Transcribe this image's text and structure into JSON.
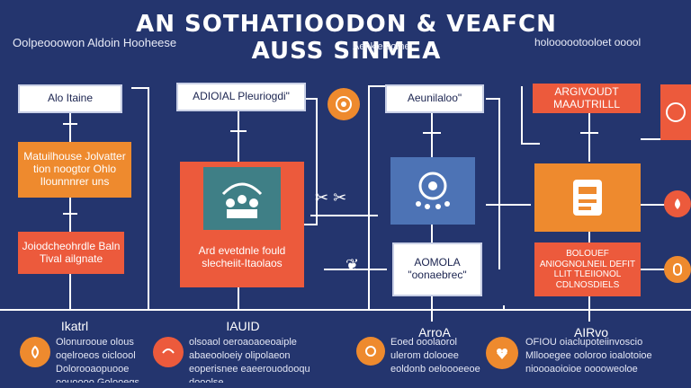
{
  "header": {
    "title": "AN SOTHATIOODON & VEAFCN AUSS SINMEA",
    "subtitle_left": "Oolpeooowon Aldoin Hooheese",
    "subtitle_center": "Aenkieiaome",
    "subtitle_right": "holoooootooloet ooool"
  },
  "columns": [
    {
      "top_box": "Alo Itaine",
      "middle_box": "Matuilhouse Jolvatter tion noogtor Ohlo Ilounnnrer uns",
      "bottom_box": "Joiodcheohrdle Baln Tival ailgnate",
      "label": "Ikatrl",
      "footer_text": "Olonurooue olous oqelroeos oicloool Dolorooaopuooe oouoooo Golooegs oplnoduse-eoe"
    },
    {
      "top_box": "ADIOIAL Pleuriogdi\"",
      "middle_box": "Ard evetdnle fould slecheiit-Itaolaos",
      "label": "IAUID",
      "footer_text": "olsoaol oeroaoaoeoaiple abaeooloeiy olipolaeon eoperisnee eaeerouodooqu dooolse"
    },
    {
      "top_box": "Aeunilaloo\"",
      "middle_box": "AOMOLA \"oonaebrec\"",
      "label": "ArroA",
      "footer_text": "Eoed ooolaorol ulerom dolooee eoldonb oeloooeeoe"
    },
    {
      "top_box": "ARGIVOUDT MAAUTRILLL",
      "bottom_box": "BOLOUEF ANIOGNOLNEIL DEFIT LLIT TLEIIONOL CDLNOSDIELS",
      "label": "AIRvo",
      "footer_text": "OFIOU oiaclupoteiinvoscio Mllooegee ooloroo ioalotoioe nioooaoioioe ooooweoloe"
    }
  ],
  "colors": {
    "background": "#24356e",
    "orange": "#ee8a2e",
    "red": "#ec5a3c",
    "teal": "#3f7f86",
    "blue": "#4d73b5",
    "line": "#ffffff"
  },
  "icons": [
    "pill-icon",
    "hands-icon",
    "community-icon",
    "ring-people-icon",
    "patient-card-icon",
    "heart-leaf-icon",
    "flame-icon",
    "leaf-icon",
    "scissor-icon"
  ]
}
